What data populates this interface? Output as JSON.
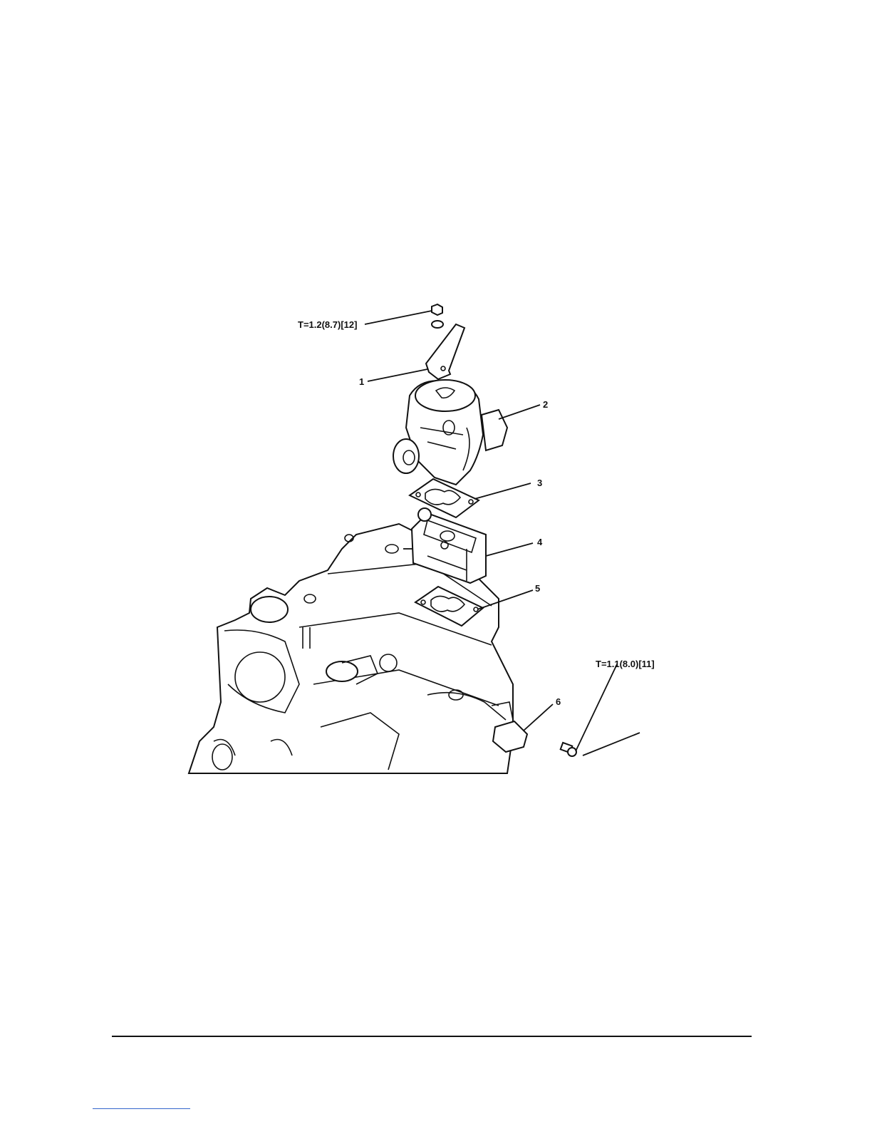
{
  "diagram": {
    "torque_upper": "T=1.2(8.7)[12]",
    "torque_lower": "T=1.1(8.0)[11]",
    "callouts": [
      "1",
      "2",
      "3",
      "4",
      "5",
      "6"
    ]
  }
}
